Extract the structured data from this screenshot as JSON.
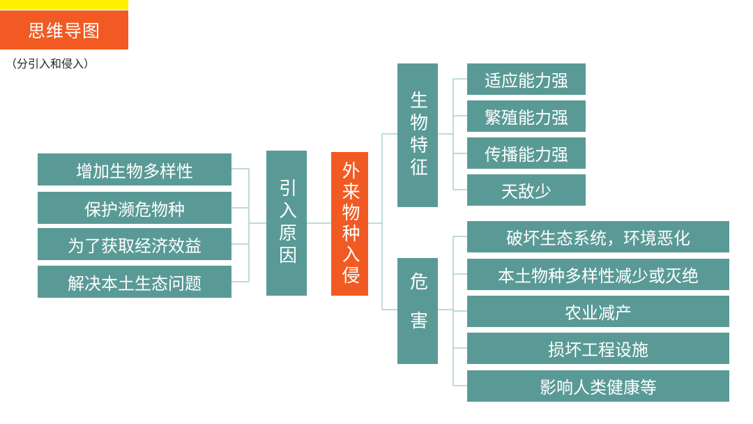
{
  "header": {
    "title": "思维导图",
    "subtitle": "（分引入和侵入）"
  },
  "left_items": [
    "增加生物多样性",
    "保护濒危物种",
    "为了获取经济效益",
    "解决本土生态问题"
  ],
  "reason_node": "引入原因",
  "center_node": "外来物种入侵",
  "traits_node": "生物特征",
  "trait_items": [
    "适应能力强",
    "繁殖能力强",
    "传播能力强",
    "天敌少"
  ],
  "harm_node": "危害",
  "harm_items": [
    "破坏生态系统，环境恶化",
    "本土物种多样性减少或灭绝",
    "农业减产",
    "损坏工程设施",
    "影响人类健康等"
  ],
  "colors": {
    "teal": "#5a9a96",
    "orange": "#f15a22",
    "yellow": "#fff200",
    "connector": "#a9cfcc"
  }
}
